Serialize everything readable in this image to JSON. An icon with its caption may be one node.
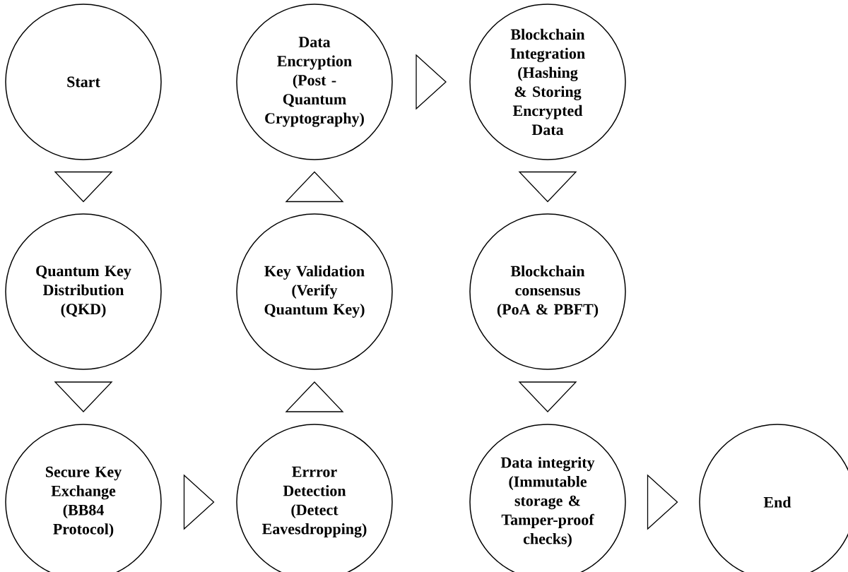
{
  "diagram": {
    "nodes": [
      {
        "text": [
          "Start"
        ]
      },
      {
        "text": [
          "Quantum Key Distribution (QKD)"
        ]
      },
      {
        "text": [
          "Secure Key Exchange (BB84 Protocol)"
        ]
      },
      {
        "text": [
          "Errror Detection (Detect Eavesdropping)"
        ]
      },
      {
        "text": [
          "Key Validation (Verify Quantum Key)"
        ]
      },
      {
        "text": [
          "Data Encryption (Post - Quantum Cryptography)"
        ]
      },
      {
        "text": [
          "Blockchain Integration (Hashing & Storing Encrypted Data"
        ]
      },
      {
        "text": [
          "Blockchain consensus (PoA & PBFT)"
        ]
      },
      {
        "text": [
          "Data integrity (Immutable storage & Tamper-proof checks)"
        ]
      },
      {
        "text": [
          "End"
        ]
      }
    ],
    "edges": [
      {
        "from": 0,
        "to": 1,
        "arrow": "to"
      },
      {
        "from": 1,
        "to": 2,
        "arrow": "to"
      },
      {
        "from": 2,
        "to": 3,
        "arrow": "to"
      },
      {
        "from": 3,
        "to": 4,
        "arrow": "to"
      },
      {
        "from": 4,
        "to": 5,
        "arrow": "to"
      },
      {
        "from": 5,
        "to": 6,
        "arrow": "to"
      },
      {
        "from": 6,
        "to": 7,
        "arrow": "to"
      },
      {
        "from": 7,
        "to": 8,
        "arrow": "to"
      },
      {
        "from": 8,
        "to": 9,
        "arrow": "to"
      }
    ]
  }
}
